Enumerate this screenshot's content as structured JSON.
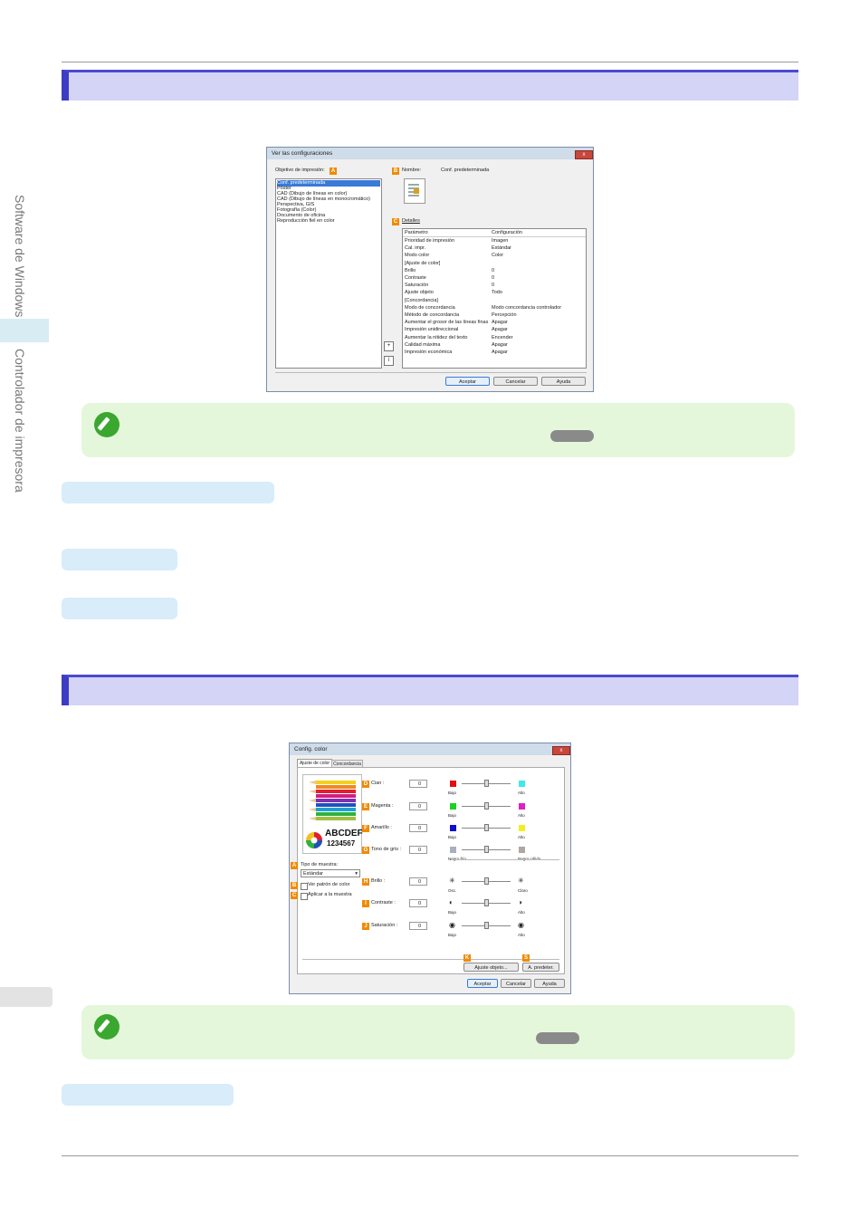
{
  "sidebar": {
    "section": "Software de Windows",
    "chapter": "Controlador de impresora"
  },
  "dialog1": {
    "title": "Ver las configuraciones",
    "close": "x",
    "target_label": "Objetivo de impresión:",
    "badge_a": "A",
    "badge_b": "B",
    "badge_c": "C",
    "name_label": "Nombre:",
    "name_value": "Conf. predeterminada",
    "details_label": "Detalles",
    "targets": [
      "Conf. predeterminada",
      "Póster",
      "CAD (Dibujo de líneas en color)",
      "CAD (Dibujo de líneas en monocromático)",
      "Perspectiva, GIS",
      "Fotografía (Color)",
      "Documento de oficina",
      "Reproducción fiel en color"
    ],
    "col_param": "Parámetro",
    "col_config": "Configuración",
    "rows": [
      [
        "Prioridad de impresión",
        "Imagen"
      ],
      [
        "Cal. impr.",
        "Estándar"
      ],
      [
        "Modo color",
        "Color"
      ],
      [
        "[Ajuste de color]",
        ""
      ],
      [
        "  Brillo",
        "0"
      ],
      [
        "  Contraste",
        "0"
      ],
      [
        "  Saturación",
        "0"
      ],
      [
        "  Ajuste objeto",
        "Todo"
      ],
      [
        "[Concordancia]",
        ""
      ],
      [
        "  Modo de concordancia",
        "Modo concordancia controlador"
      ],
      [
        "  Método de concordancia",
        "Percepción"
      ],
      [
        "Aumentar el grosor de las líneas finas",
        "Apagar"
      ],
      [
        "Impresión unidireccional",
        "Apagar"
      ],
      [
        "Aumentar la nitidez del texto",
        "Encender"
      ],
      [
        "Calidad máxima",
        "Apagar"
      ],
      [
        "Impresión económica",
        "Apagar"
      ]
    ],
    "accept": "Aceptar",
    "cancel": "Cancelar",
    "help": "Ayuda"
  },
  "dialog2": {
    "title": "Config. color",
    "close": "x",
    "tab_adjust": "Ajuste de color",
    "tab_match": "Concordancia",
    "sample_text": "ABCDEF",
    "sample_num": "1234567",
    "sample_type_label": "Tipo de muestra:",
    "sample_type_value": "Estándar",
    "show_pattern": "Ver patrón de color",
    "apply_sample": "Aplicar a la muestra",
    "badges": {
      "a": "A",
      "b": "B",
      "c": "C",
      "d": "D",
      "e": "E",
      "f": "F",
      "g": "G",
      "h": "H",
      "i": "I",
      "j": "J",
      "k": "K",
      "s": "S"
    },
    "sliders": [
      {
        "label": "Cian :",
        "value": "0",
        "low": "Bajo",
        "high": "Alto",
        "low_color": "#e01010",
        "high_color": "#40e8e8"
      },
      {
        "label": "Magenta :",
        "value": "0",
        "low": "Bajo",
        "high": "Alto",
        "low_color": "#20d020",
        "high_color": "#e020c0"
      },
      {
        "label": "Amarillo :",
        "value": "0",
        "low": "Bajo",
        "high": "Alto",
        "low_color": "#1010c8",
        "high_color": "#f0f020"
      },
      {
        "label": "Tono de gris :",
        "value": "0",
        "low": "Negro frío",
        "high": "Negro cálido",
        "low_color": "#a8b0c0",
        "high_color": "#b0a8a0"
      },
      {
        "label": "Brillo :",
        "value": "0",
        "low": "Osc.",
        "high": "Claro",
        "low_color": "",
        "high_color": ""
      },
      {
        "label": "Contraste :",
        "value": "0",
        "low": "Bajo",
        "high": "Alto",
        "low_color": "",
        "high_color": ""
      },
      {
        "label": "Saturación :",
        "value": "0",
        "low": "Bajo",
        "high": "Alto",
        "low_color": "",
        "high_color": ""
      }
    ],
    "adjust_object": "Ajuste objeto...",
    "defaults": "A. predeter.",
    "accept": "Aceptar",
    "cancel": "Cancelar",
    "help": "Ayuda"
  }
}
